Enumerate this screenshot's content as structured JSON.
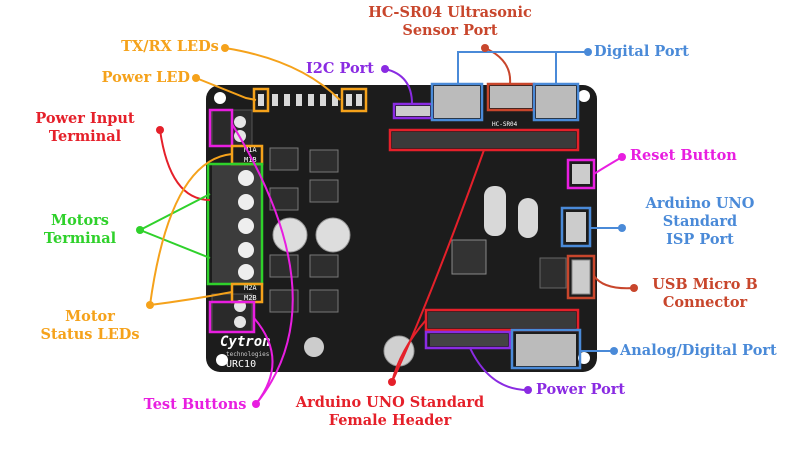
{
  "colors": {
    "orange": "#f5a21b",
    "red": "#e5202a",
    "green": "#2fd12b",
    "magenta": "#e81ee0",
    "purple": "#8a2be2",
    "blue": "#4a8ad8",
    "rust": "#c8462c",
    "board": "#1c1c1c"
  },
  "labels": {
    "hc_sr04": [
      "HC-SR04 Ultrasonic",
      "Sensor Port"
    ],
    "tx_rx_leds": [
      "TX/RX LEDs"
    ],
    "digital_port": [
      "Digital Port"
    ],
    "power_led": [
      "Power LED"
    ],
    "i2c_port": [
      "I2C Port"
    ],
    "power_input": [
      "Power Input",
      "Terminal"
    ],
    "reset_button": [
      "Reset Button"
    ],
    "motors_terminal": [
      "Motors",
      "Terminal"
    ],
    "isp_port": [
      "Arduino UNO",
      "Standard",
      "ISP Port"
    ],
    "usb": [
      "USB Micro B",
      "Connector"
    ],
    "motor_status": [
      "Motor",
      "Status LEDs"
    ],
    "analog_digital": [
      "Analog/Digital Port"
    ],
    "test_buttons": [
      "Test Buttons"
    ],
    "female_header": [
      "Arduino UNO Standard",
      "Female Header"
    ],
    "power_port": [
      "Power Port"
    ]
  },
  "board": {
    "brand": "Cytron",
    "brand_sub": "technologies",
    "model": "URC10",
    "silk_m1a": "M1A",
    "silk_m1b": "M1B",
    "silk_m2a": "M2A",
    "silk_m2b": "M2B",
    "silk_hcsr04": "HC-SR04"
  }
}
